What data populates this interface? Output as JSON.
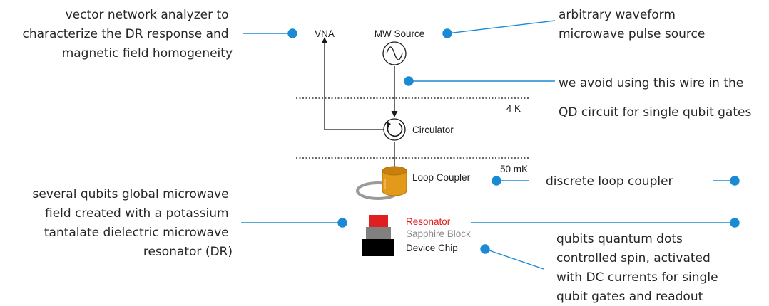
{
  "components": {
    "vna": "VNA",
    "mw_source": "MW Source",
    "circulator": "Circulator",
    "loop_coupler": "Loop Coupler",
    "resonator": "Resonator",
    "sapphire_block": "Sapphire Block",
    "device_chip": "Device Chip"
  },
  "stages": {
    "four_k": "4 K",
    "fifty_mk": "50 mK"
  },
  "annotations": {
    "vna": [
      "vector network analyzer to",
      "characterize the DR response and",
      "magnetic field homogeneity"
    ],
    "mw_source": [
      "arbitrary waveform",
      "microwave pulse source"
    ],
    "wire": [
      "we avoid using this wire in the",
      "QD circuit for single qubit gates"
    ],
    "loop_coupler": [
      "discrete loop coupler"
    ],
    "resonator": [
      "several qubits global microwave",
      "field created with a potassium",
      "tantalate dielectric microwave",
      "resonator (DR)"
    ],
    "device_chip": [
      "qubits quantum dots",
      "controlled spin, activated",
      "with DC currents for single",
      "qubit gates and readout"
    ]
  },
  "colors": {
    "callout": "#1a8ad4",
    "resonator": "#e02020",
    "sapphire": "#808080",
    "chip": "#000000",
    "coupler_body": "#e39a1a",
    "coupler_top": "#c97f0c",
    "loop": "#9a9a9a",
    "text": "#262626"
  },
  "icons": {
    "mw_source": "sine-wave-icon",
    "circulator": "circular-arrow-icon"
  }
}
